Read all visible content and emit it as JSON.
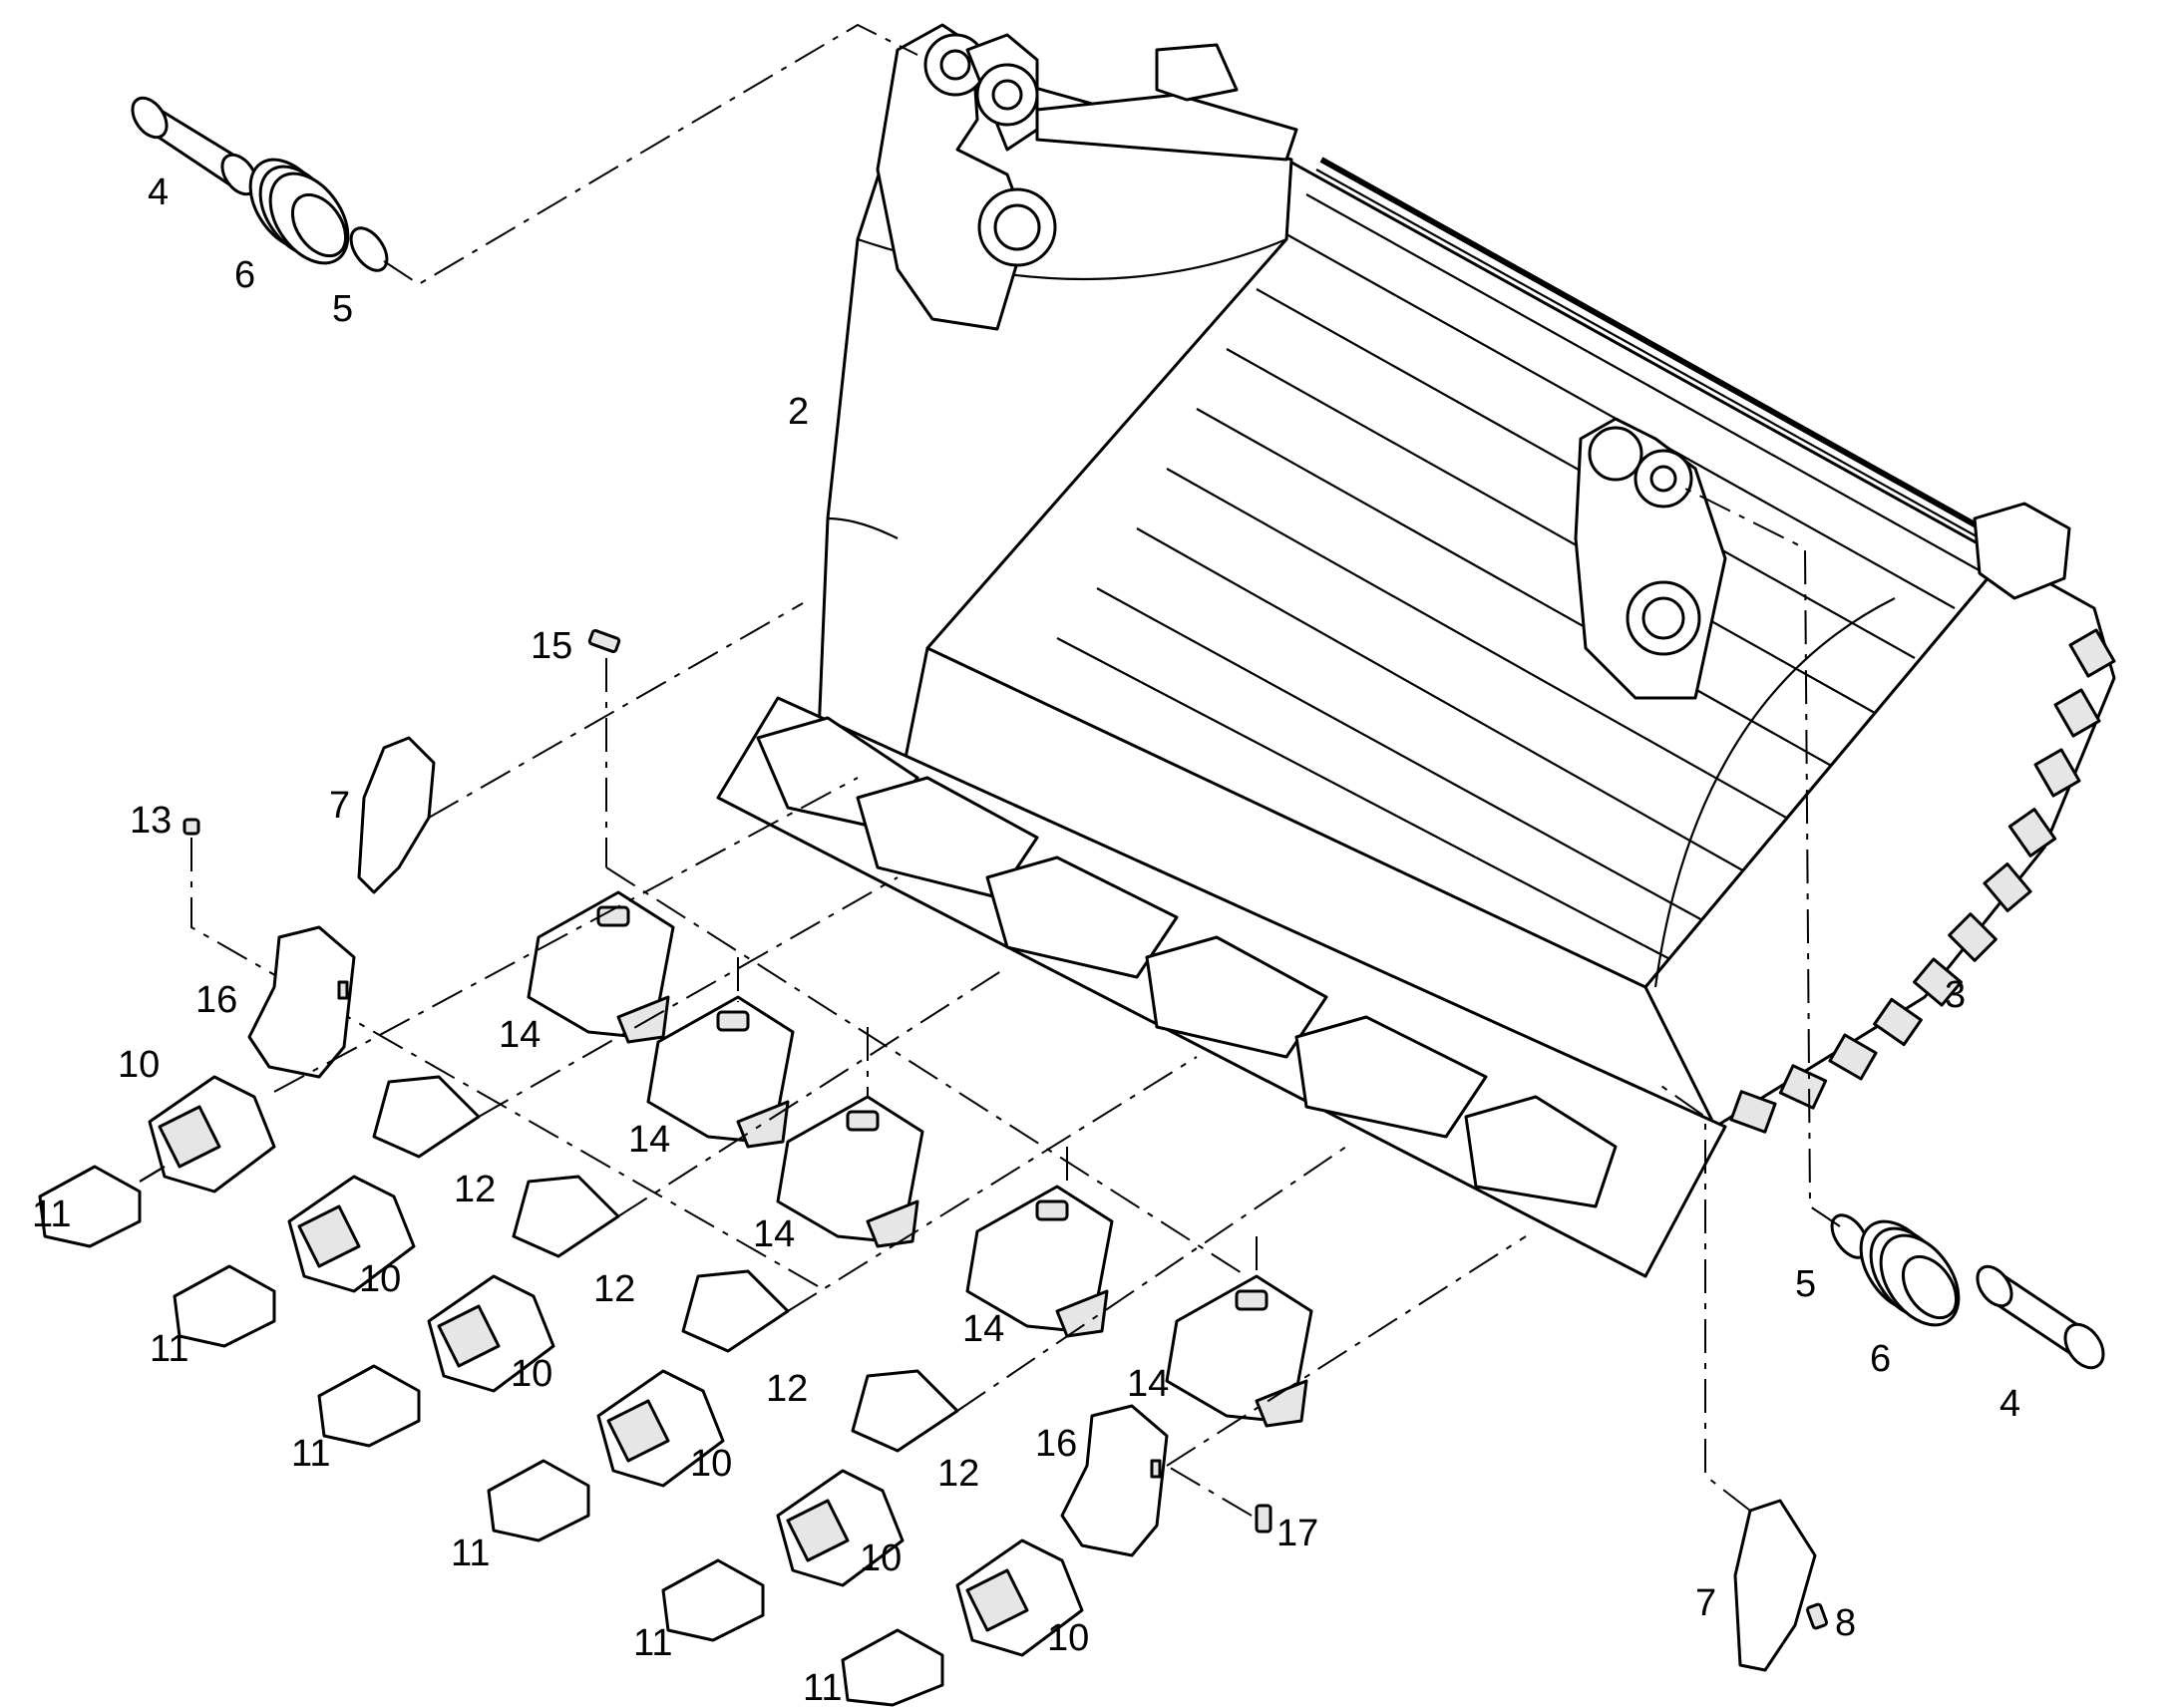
{
  "callouts": {
    "c2": "2",
    "c3": "3",
    "c4a": "4",
    "c4b": "4",
    "c5a": "5",
    "c5b": "5",
    "c6a": "6",
    "c6b": "6",
    "c7a": "7",
    "c7b": "7",
    "c8": "8",
    "c10a": "10",
    "c10b": "10",
    "c10c": "10",
    "c10d": "10",
    "c10e": "10",
    "c10f": "10",
    "c11a": "11",
    "c11b": "11",
    "c11c": "11",
    "c11d": "11",
    "c11e": "11",
    "c11f": "11",
    "c12a": "12",
    "c12b": "12",
    "c12c": "12",
    "c12d": "12",
    "c13": "13",
    "c14a": "14",
    "c14b": "14",
    "c14c": "14",
    "c14d": "14",
    "c14e": "14",
    "c15": "15",
    "c16a": "16",
    "c16b": "16",
    "c17": "17"
  }
}
